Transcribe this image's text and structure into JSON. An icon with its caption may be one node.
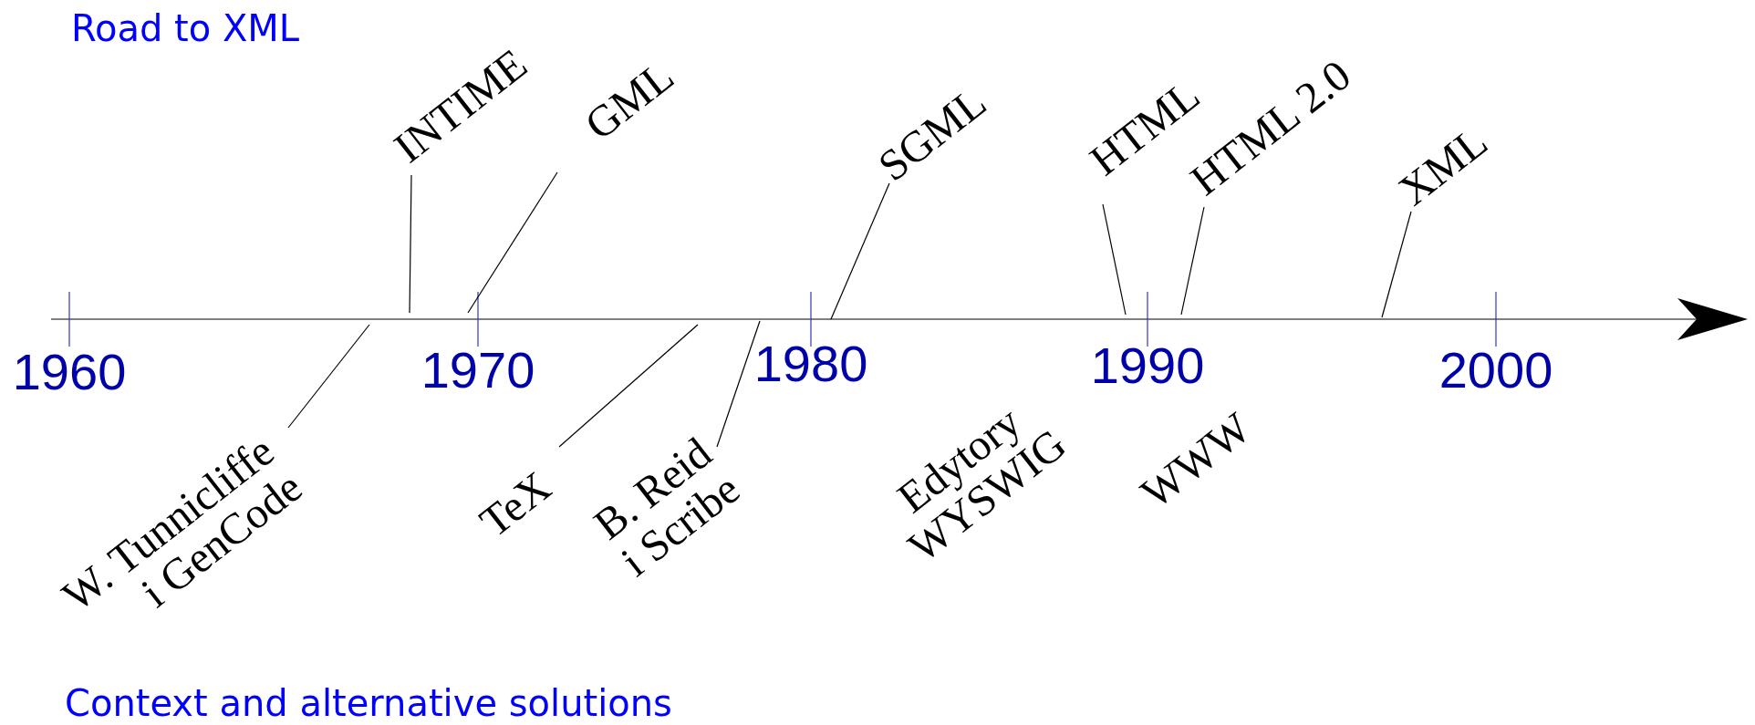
{
  "diagram": {
    "nodes": [
      {
        "text": [
          "INTIME"
        ]
      },
      {
        "text": [
          "GML"
        ]
      },
      {
        "text": [
          "SGML"
        ]
      },
      {
        "text": [
          "HTML"
        ]
      },
      {
        "text": [
          "HTML 2.0"
        ]
      },
      {
        "text": [
          "XML"
        ]
      },
      {
        "text": [
          "W. Tunnicliffe i GenCode"
        ]
      },
      {
        "text": [
          "TeX"
        ]
      },
      {
        "text": [
          "B. Reid i Scribe"
        ]
      }
    ],
    "edges": [
      {
        "from": 0,
        "to": null,
        "arrow": "none"
      },
      {
        "from": 1,
        "to": null,
        "arrow": "none"
      },
      {
        "from": 2,
        "to": null,
        "arrow": "none"
      },
      {
        "from": 3,
        "to": null,
        "arrow": "none"
      },
      {
        "from": 4,
        "to": null,
        "arrow": "none"
      },
      {
        "from": 5,
        "to": null,
        "arrow": "none"
      },
      {
        "from": 6,
        "to": null,
        "arrow": "none"
      },
      {
        "from": 7,
        "to": null,
        "arrow": "none"
      },
      {
        "from": 8,
        "to": null,
        "arrow": "none"
      }
    ],
    "labels": [
      "Road to XML",
      "1960",
      "1970",
      "1980",
      "1990",
      "2000",
      "Edytory WYSWIG",
      "WWW",
      "Context and alternative solutions"
    ]
  }
}
